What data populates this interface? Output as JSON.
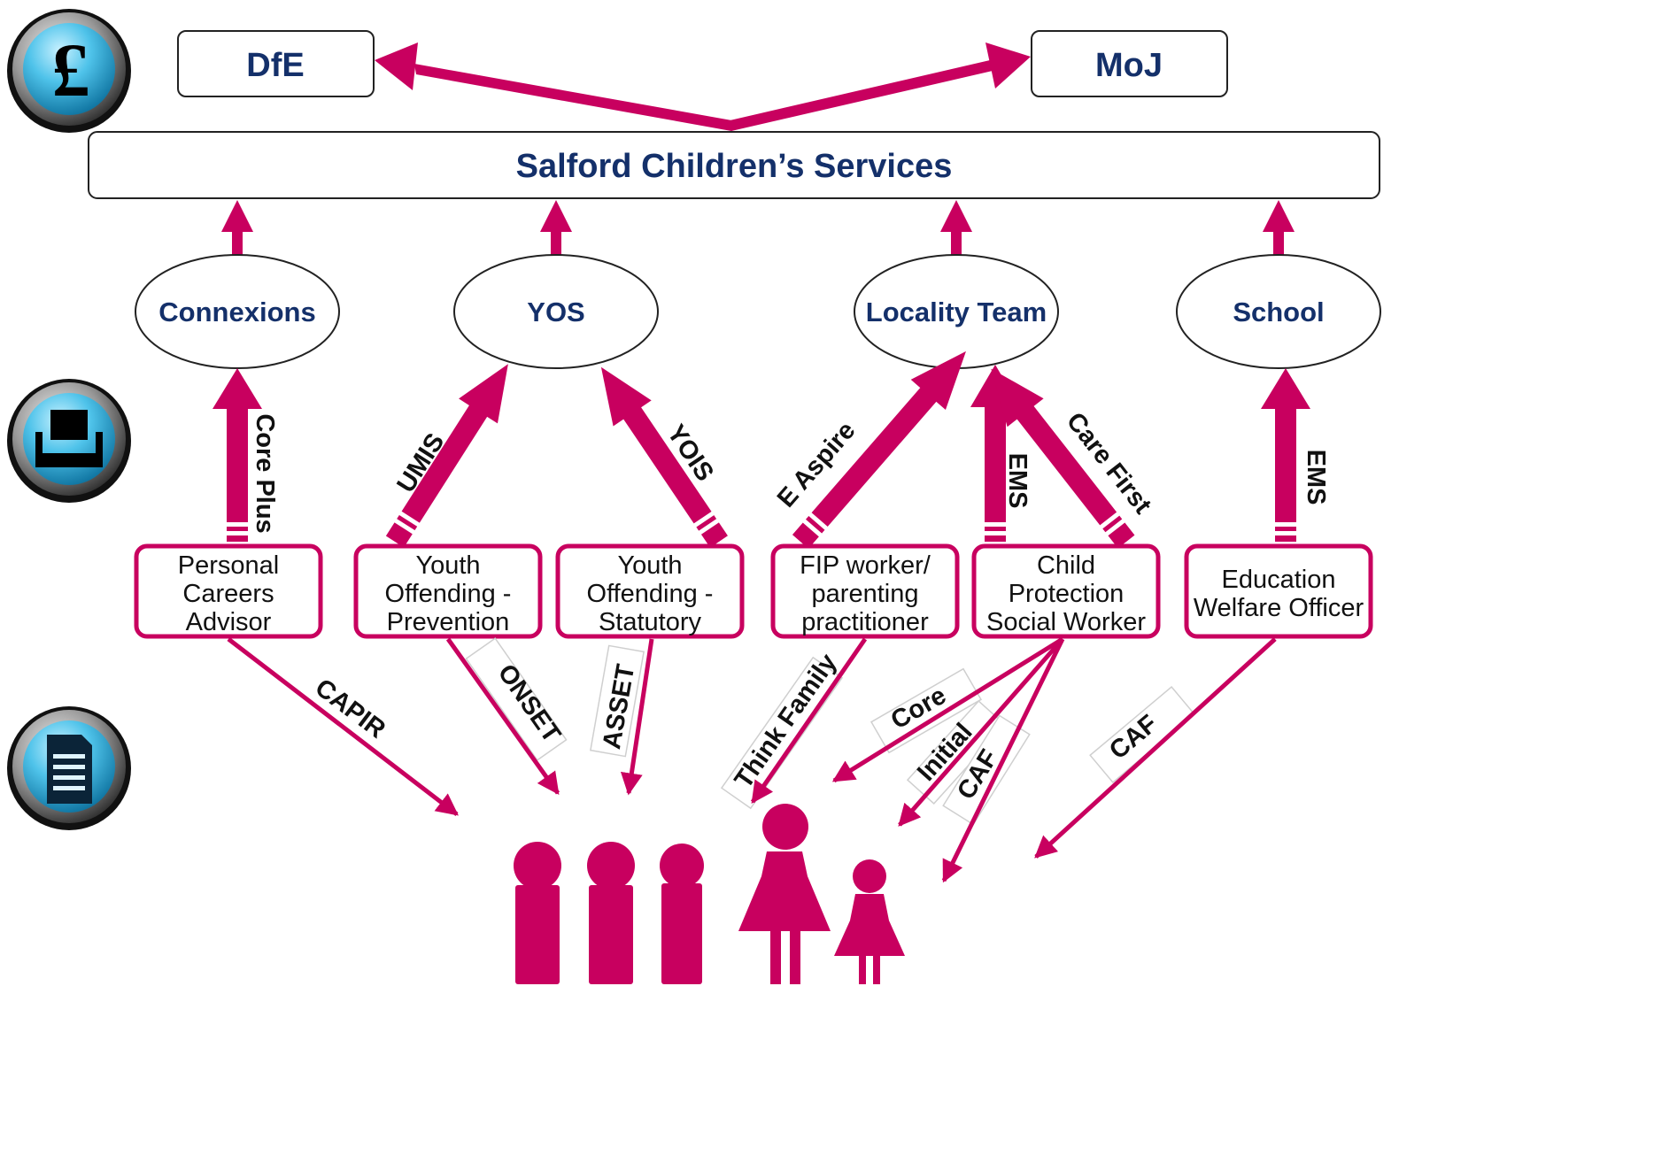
{
  "colors": {
    "accent": "#c8005f",
    "title_text": "#14306a",
    "box_border": "#222222",
    "label_border": "#cfcfcf"
  },
  "side_icons": [
    {
      "name": "pound-icon",
      "glyph": "£"
    },
    {
      "name": "inbox-tray-icon"
    },
    {
      "name": "document-icon"
    }
  ],
  "funders": {
    "dfe": "DfE",
    "moj": "MoJ"
  },
  "services": {
    "title": "Salford Children’s Services"
  },
  "agencies": {
    "connexions": "Connexions",
    "yos": "YOS",
    "locality": "Locality Team",
    "school": "School"
  },
  "practitioners": {
    "careers": [
      "Personal",
      "Careers",
      "Advisor"
    ],
    "prevention": [
      "Youth",
      "Offending -",
      "Prevention"
    ],
    "statutory": [
      "Youth",
      "Offending -",
      "Statutory"
    ],
    "fip": [
      "FIP worker/",
      "parenting",
      "practitioner"
    ],
    "cpsw": [
      "Child",
      "Protection",
      "Social Worker"
    ],
    "ewo": [
      "Education",
      "Welfare Officer"
    ]
  },
  "systems": {
    "core_plus": "Core Plus",
    "umis": "UMIS",
    "yois": "YOIS",
    "e_aspire": "E Aspire",
    "ems_locality": "EMS",
    "care_first": "Care First",
    "ems_school": "EMS"
  },
  "assessments": {
    "capir": "CAPIR",
    "onset": "ONSET",
    "asset": "ASSET",
    "think_family": "Think Family",
    "core": "Core",
    "initial": "Initial",
    "caf_cpsw": "CAF",
    "caf_ewo": "CAF"
  }
}
